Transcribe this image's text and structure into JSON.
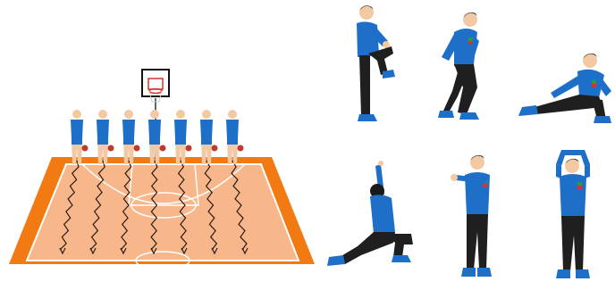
{
  "scene": {
    "left_panel": "basketball-court-dribbling-drill",
    "right_panel": "stretching-exercise-figures"
  },
  "colors": {
    "court_outer": "#f27a12",
    "court_inner": "#f7b78b",
    "lines": "#ffffff",
    "path_lines": "#2b1c10",
    "shirt": "#1e6fc7",
    "pants": "#1f1f1f",
    "shoes": "#1e6fc7",
    "skin": "#f3c9a4",
    "hair": "#2a2a2a",
    "ball": "#c0392b",
    "badge_green": "#2e9a3c",
    "badge_red": "#d9342b"
  },
  "court": {
    "players": 7
  },
  "stretch_figures": [
    {
      "pose": "standing-knee-hug"
    },
    {
      "pose": "crossed-leg-forward-bend"
    },
    {
      "pose": "side-lunge-stretch"
    },
    {
      "pose": "kneeling-lunge-arm-raise"
    },
    {
      "pose": "cross-body-shoulder-stretch"
    },
    {
      "pose": "overhead-triceps-stretch"
    }
  ]
}
